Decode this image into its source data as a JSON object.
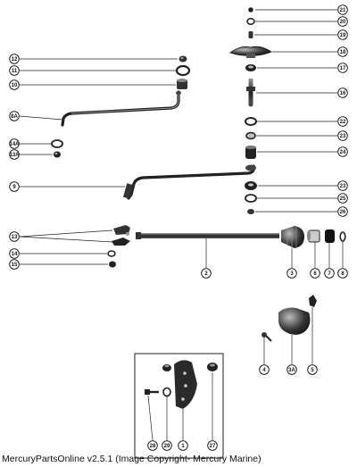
{
  "footer": "MercuryPartsOnline v2.5.1 (Image Copyright- Mercury Marine)",
  "callouts": [
    "21",
    "20",
    "19",
    "18",
    "17",
    "16",
    "12",
    "11",
    "10",
    "8A",
    "22",
    "23",
    "24",
    "14A",
    "13A",
    "9",
    "23",
    "25",
    "26",
    "13",
    "14",
    "15",
    "2",
    "3",
    "6",
    "7",
    "8",
    "4",
    "3A",
    "5",
    "28",
    "29",
    "1",
    "27"
  ]
}
